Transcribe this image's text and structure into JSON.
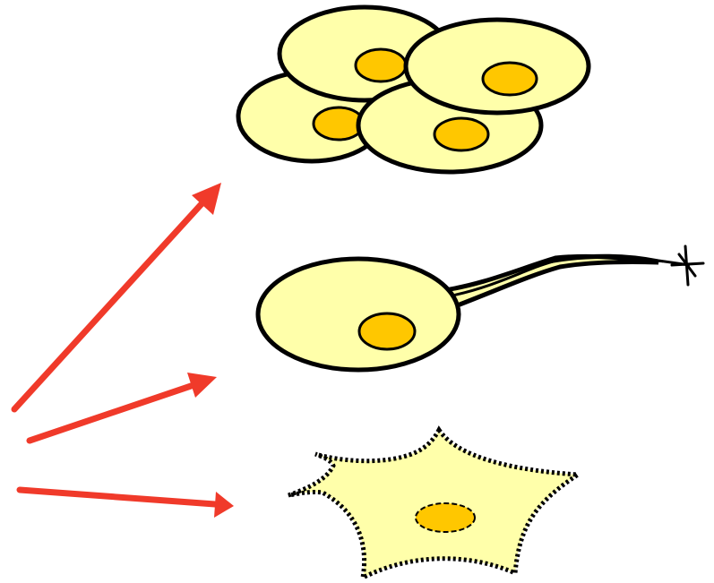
{
  "diagram": {
    "colors": {
      "cell_fill": "#FFFFAA",
      "nucleus_fill": "#FFC700",
      "outline": "#000000",
      "arrow": "#F03A2A",
      "background": "#FFFFFF"
    },
    "outcomes": [
      {
        "id": "cell-cluster",
        "arrow_color": "#F03A2A"
      },
      {
        "id": "neuron-like-cell",
        "arrow_color": "#F03A2A"
      },
      {
        "id": "dying-star-cell",
        "arrow_color": "#F03A2A"
      }
    ]
  }
}
